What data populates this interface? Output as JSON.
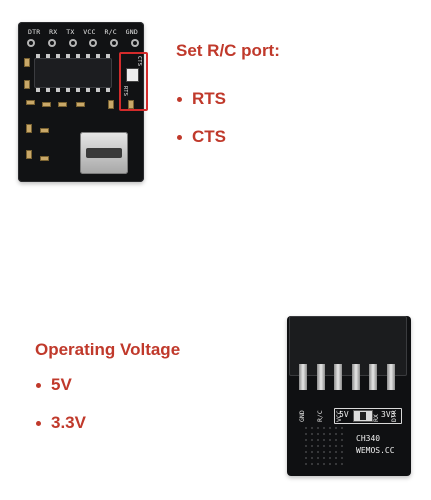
{
  "top_board": {
    "pin_labels": [
      "DTR",
      "RX",
      "TX",
      "VCC",
      "R/C",
      "GND"
    ],
    "switch_labels": [
      "CTS",
      "RTS"
    ]
  },
  "rc_section": {
    "title": "Set R/C port:",
    "options": [
      "RTS",
      "CTS"
    ]
  },
  "voltage_section": {
    "title": "Operating Voltage",
    "options": [
      "5V",
      "3.3V"
    ]
  },
  "bottom_board": {
    "pin_labels": [
      "GND",
      "R/C",
      "VCC",
      "TX",
      "RX",
      "DTR"
    ],
    "left_voltage": "5V",
    "right_voltage": "3V3",
    "chip_name": "CH340",
    "brand": "WEMOS.CC"
  },
  "colors": {
    "accent": "#c0392b",
    "highlight_box": "#d32b2b",
    "board": "#111214"
  }
}
